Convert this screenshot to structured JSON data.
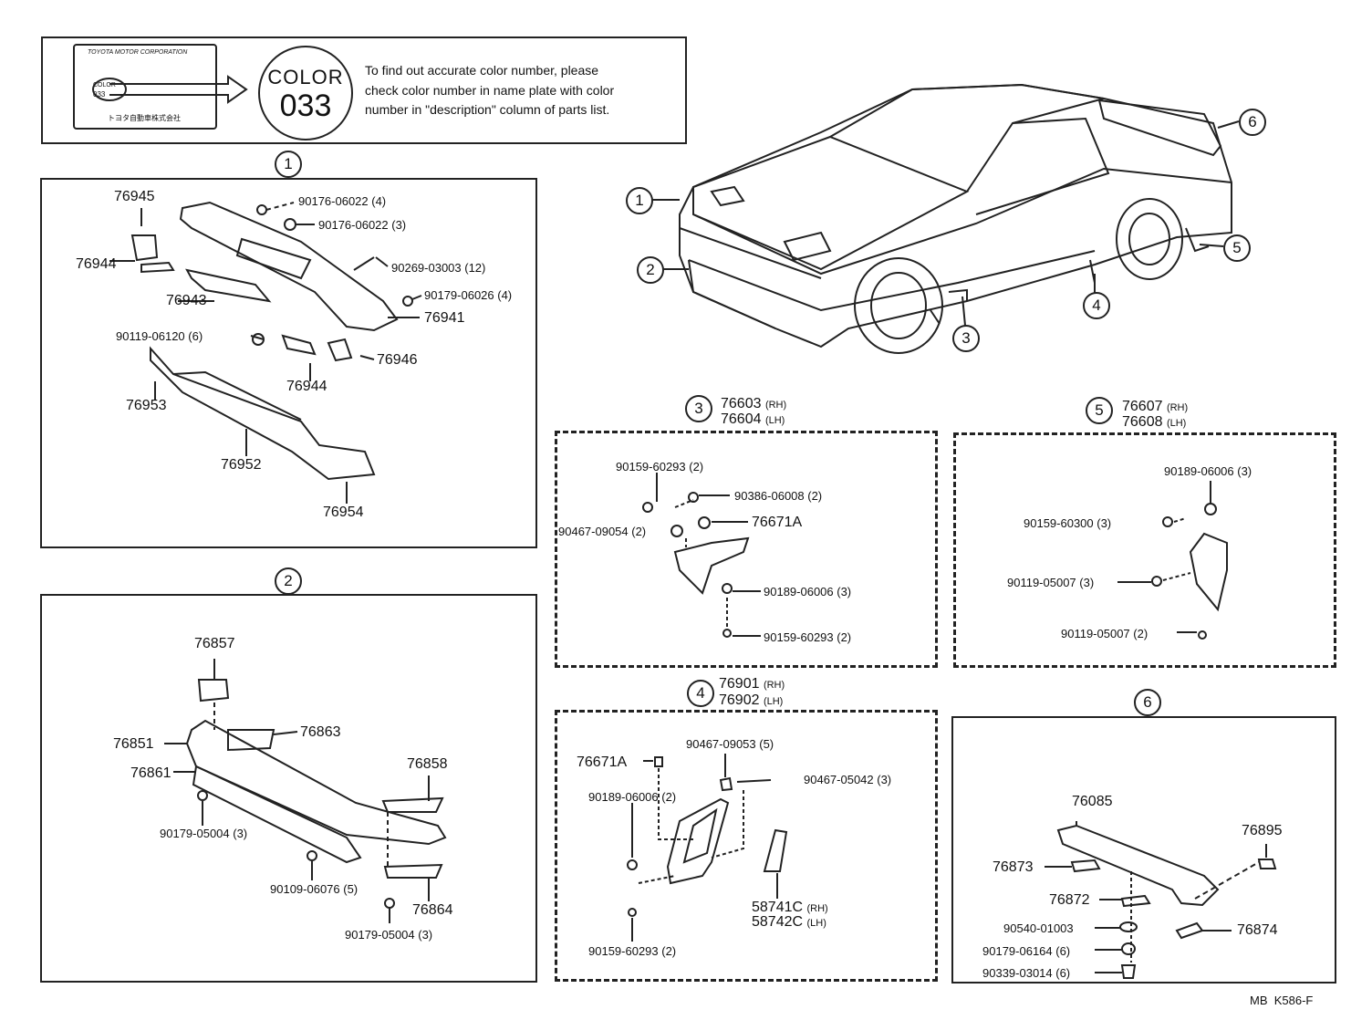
{
  "note": {
    "plate_lines": [
      "TOYOTA MOTOR CORPORATION",
      "COLOR",
      "033",
      "トヨタ自動車株式会社"
    ],
    "color_word": "COLOR",
    "color_code": "033",
    "text_lines": [
      "To find out accurate color number, please",
      "check color number in name plate with color",
      "number in \"description\" column of parts list."
    ]
  },
  "sections": {
    "s1": {
      "marker": "1",
      "parts": [
        "76945",
        "90176-06022 (4)",
        "90176-06022 (3)",
        "76944",
        "90269-03003 (12)",
        "76943",
        "90179-06026 (4)",
        "76941",
        "90119-06120 (6)",
        "76946",
        "76944",
        "76953",
        "76952",
        "76954"
      ]
    },
    "s2": {
      "marker": "2",
      "parts": [
        "76857",
        "76851",
        "76863",
        "76861",
        "76858",
        "90179-05004 (3)",
        "90109-06076 (5)",
        "76864",
        "90179-05004 (3)"
      ]
    },
    "s3": {
      "marker": "3",
      "title_rh": "76603",
      "title_lh": "76604",
      "rh": "(RH)",
      "lh": "(LH)",
      "parts": [
        "90159-60293 (2)",
        "90386-06008 (2)",
        "90467-09054 (2)",
        "76671A",
        "90189-06006 (3)",
        "90159-60293 (2)"
      ]
    },
    "s4": {
      "marker": "4",
      "title_rh": "76901",
      "title_lh": "76902",
      "rh": "(RH)",
      "lh": "(LH)",
      "parts": [
        "90467-09053 (5)",
        "76671A",
        "90467-05042 (3)",
        "90189-06006 (2)",
        "58741C",
        "58742C",
        "90159-60293 (2)"
      ],
      "rh2": "(RH)",
      "lh2": "(LH)"
    },
    "s5": {
      "marker": "5",
      "title_rh": "76607",
      "title_lh": "76608",
      "rh": "(RH)",
      "lh": "(LH)",
      "parts": [
        "90189-06006 (3)",
        "90159-60300 (3)",
        "90119-05007 (3)",
        "90119-05007 (2)"
      ]
    },
    "s6": {
      "marker": "6",
      "parts": [
        "76085",
        "76895",
        "76873",
        "76872",
        "90540-01003",
        "76874",
        "90179-06164 (6)",
        "90339-03014 (6)"
      ]
    }
  },
  "car_markers": [
    "1",
    "2",
    "3",
    "4",
    "5",
    "6"
  ],
  "footer": "MB  K586-F"
}
